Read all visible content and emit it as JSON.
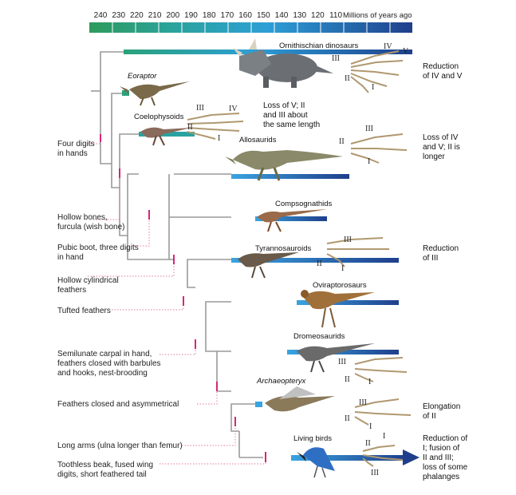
{
  "timescale": {
    "ticks": [
      "240",
      "230",
      "220",
      "210",
      "200",
      "190",
      "180",
      "170",
      "160",
      "150",
      "140",
      "130",
      "120",
      "110"
    ],
    "unit_label": "Millions of years ago",
    "start_color": "#2e9a5c",
    "end_color": "#1f3f8c"
  },
  "taxa": {
    "ornithischian": "Ornithischian dinosaurs",
    "eoraptor": "Eoraptor",
    "coelophysoids": "Coelophysoids",
    "allosaurids": "Allosaurids",
    "compsognathids": "Compsognathids",
    "tyrannosauroids": "Tyrannosauroids",
    "oviraptorosaurs": "Oviraptorosaurs",
    "dromeosaurids": "Dromeosaurids",
    "archaeopteryx": "Archaeopteryx",
    "living_birds": "Living birds"
  },
  "characters": {
    "four_digits": [
      "Four digits",
      "in hands"
    ],
    "hollow_bones": [
      "Hollow bones,",
      "furcula (wish bone)"
    ],
    "pubic_boot": [
      "Pubic boot, three digits",
      "in hand"
    ],
    "hollow_feathers": [
      "Hollow cylindrical",
      "feathers"
    ],
    "tufted": [
      "Tufted feathers"
    ],
    "semilunate": [
      "Semilunate carpal in hand,",
      "feathers closed with barbules",
      "and hooks, nest-brooding"
    ],
    "closed_asym": [
      "Feathers closed and asymmetrical"
    ],
    "long_arms": [
      "Long arms (ulna longer than femur)"
    ],
    "toothless": [
      "Toothless beak, fused wing",
      "digits, short feathered tail"
    ]
  },
  "hand_notes": {
    "ornithischian": [
      "Reduction",
      "of IV and V"
    ],
    "coelophysoids": [
      "Loss of V; II",
      "and III about",
      "the same length"
    ],
    "allosaurids": [
      "Loss of IV",
      "and V; II is",
      "longer"
    ],
    "tyrannosauroids": [
      "Reduction",
      "of III"
    ],
    "archaeopteryx": [
      "Elongation",
      "of II"
    ],
    "living_birds": [
      "Reduction of",
      "I; fusion of",
      "II and III;",
      "loss of some",
      "phalanges"
    ]
  },
  "digits": {
    "I": "I",
    "II": "II",
    "III": "III",
    "IV": "IV",
    "V": "V"
  },
  "colors": {
    "tree": "#9a9a9a",
    "marker": "#d6267a",
    "dotted": "#e27aa6",
    "bar_light": "#3aa3e0",
    "bar_dark": "#1f3f8c"
  }
}
